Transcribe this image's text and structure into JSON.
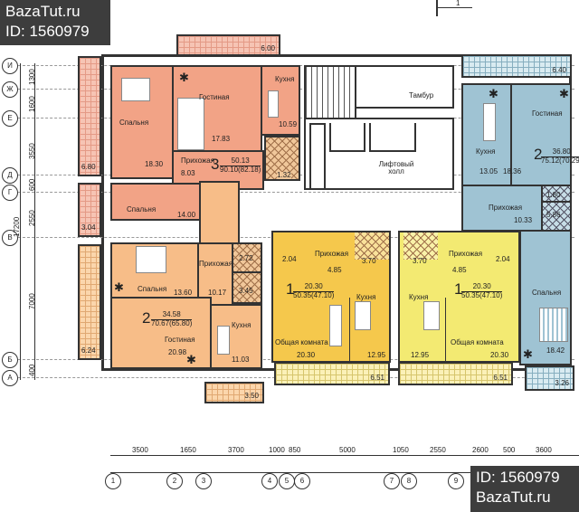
{
  "watermark": {
    "site": "BazaTut.ru",
    "id": "ID: 1560979"
  },
  "section_mark": "1",
  "unit3": {
    "count": "3",
    "living_area": "50.13",
    "total_area": "90.10(82.18)",
    "bedroom": "Спальня",
    "bedroom_area": "18.30",
    "living_room": "Гостиная",
    "living_room_area": "17.83",
    "kitchen": "Кухня",
    "kitchen_area": "10.59",
    "hall": "Прихожая",
    "hall_area": "8.03",
    "bath_area": "1.32",
    "balcony_area": "6.00",
    "loggia_area": "6.80"
  },
  "unit2_left": {
    "count": "2",
    "living_area": "34.58",
    "total_area": "70.67(65.80)",
    "bedroom1": "Спальня",
    "bedroom1_area": "14.00",
    "bedroom2": "Спальня",
    "bedroom2_area": "13.60",
    "hall": "Прихожая",
    "hall_area": "10.17",
    "bath1_area": "2.72",
    "bath2_area": "3.45",
    "living_room": "Гостиная",
    "living_room_area": "20.98",
    "kitchen": "Кухня",
    "kitchen_area": "11.03",
    "balcony_area": "3.50",
    "loggia1_area": "3.04",
    "loggia2_area": "6.24"
  },
  "core": {
    "vestibule": "Тамбур",
    "lift_hall": "Лифтовый холл"
  },
  "unit1a": {
    "count": "1",
    "living_area": "20.30",
    "total_area": "50.35(47.10)",
    "hall": "Прихожая",
    "hall_area": "4.85",
    "closet_area": "2.04",
    "bath_area": "3.70",
    "kitchen": "Кухня",
    "kitchen_area": "12.95",
    "common_room": "Общая комната",
    "common_room_area": "20.30",
    "balcony_area": "6.51"
  },
  "unit1b": {
    "count": "1",
    "living_area": "20.30",
    "total_area": "50.35(47.10)",
    "hall": "Прихожая",
    "hall_area": "4.85",
    "closet_area": "2.04",
    "bath_area": "3.70",
    "kitchen": "Кухня",
    "kitchen_area": "12.95",
    "common_room": "Общая комната",
    "common_room_area": "20.30",
    "balcony_area": "6.51"
  },
  "unit2_right": {
    "count": "2",
    "living_area": "36.80",
    "total_area": "75.12(70.29)",
    "kitchen": "Кухня",
    "kitchen_area": "13.05",
    "living_room": "Гостиная",
    "living_room_area": "18.36",
    "hall": "Прихожая",
    "hall_area": "10.33",
    "bedroom": "Спальня",
    "bedroom_area": "18.42",
    "bath_area": "5.86",
    "wc_area": "1.80",
    "balcony_top_area": "6.40",
    "balcony_bottom_area": "3.26"
  },
  "axes": {
    "rows": [
      "И",
      "Ж",
      "Е",
      "Д",
      "Г",
      "В",
      "Б",
      "А"
    ],
    "row_dims": [
      "1300",
      "1600",
      "3550",
      "600",
      "2550",
      "7000",
      "400"
    ],
    "row_total": "17200",
    "cols": [
      "1",
      "2",
      "3",
      "4",
      "5",
      "6",
      "7",
      "8",
      "9"
    ],
    "col_dims": [
      "3500",
      "1650",
      "3700",
      "1000",
      "850",
      "5000",
      "1050",
      "2550",
      "2600",
      "500",
      "3600"
    ]
  }
}
